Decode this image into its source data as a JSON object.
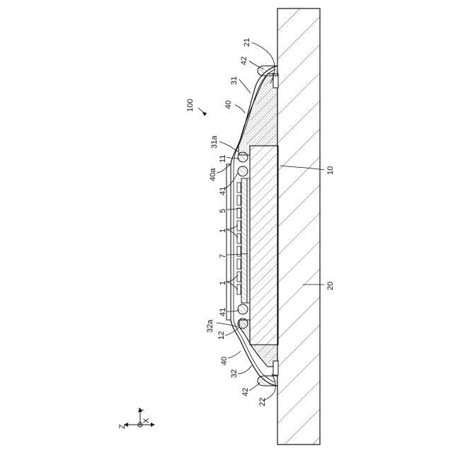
{
  "figure": {
    "reference_number": "100",
    "labels": {
      "l21": "21",
      "l42_top": "42",
      "l31": "31",
      "l40_top": "40",
      "l31a": "31a",
      "l11": "11",
      "l40a": "40a",
      "l41_top": "41",
      "l10": "10",
      "l5": "5",
      "l1_top": "1",
      "l7": "7",
      "l1_bot": "1",
      "l20": "20",
      "l41_bot": "41",
      "l32a": "32a",
      "l12": "12",
      "l40_bot": "40",
      "l32": "32",
      "l42_bot": "42",
      "l22": "22"
    },
    "axes": {
      "y": "Y",
      "z": "Z",
      "x": "X"
    }
  },
  "colors": {
    "ink": "#111111",
    "paper": "#ffffff"
  }
}
